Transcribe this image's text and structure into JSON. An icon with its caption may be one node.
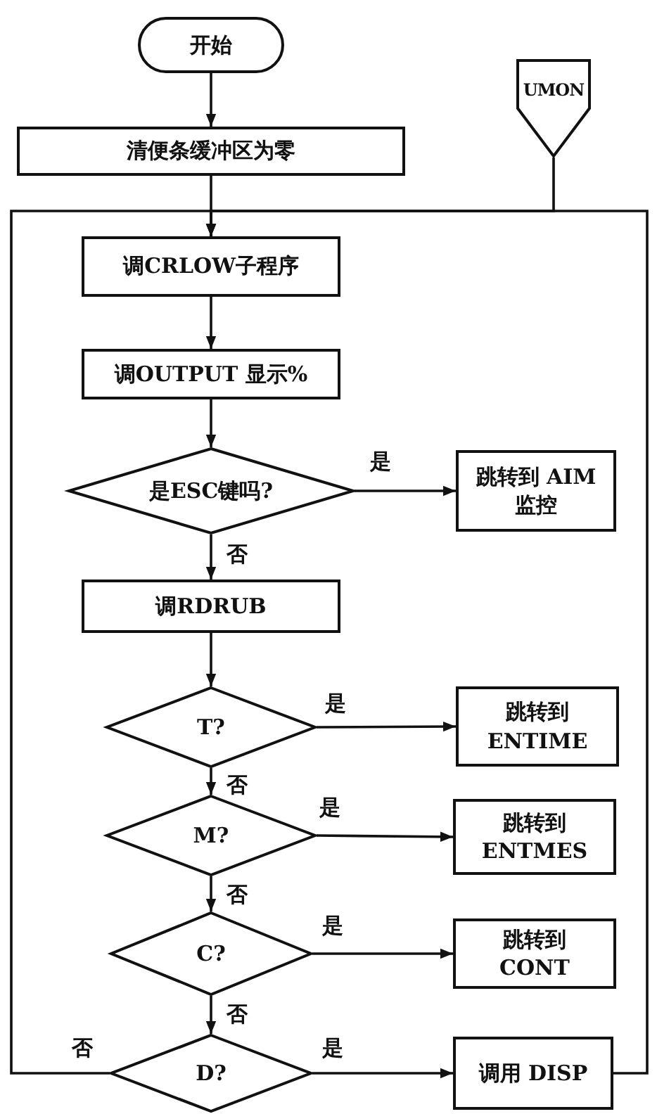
{
  "diagram": {
    "nodes": [
      {
        "text": [
          "开始"
        ]
      },
      {
        "text": [
          "清便条缓冲区为零"
        ]
      },
      {
        "text": [
          "UMON"
        ]
      },
      {
        "text": [
          "调CRLOW子程序"
        ]
      },
      {
        "text": [
          "调OUTPUT 显示%"
        ]
      },
      {
        "text": [
          "是ESC键吗?"
        ]
      },
      {
        "text": [
          "跳转到 AIM监控"
        ]
      },
      {
        "text": [
          "调RDRUB"
        ]
      },
      {
        "text": [
          "T?"
        ]
      },
      {
        "text": [
          "跳转到 ENTIME"
        ]
      },
      {
        "text": [
          "M?"
        ]
      },
      {
        "text": [
          "跳转到 ENTMES"
        ]
      },
      {
        "text": [
          "C?"
        ]
      },
      {
        "text": [
          "跳转到 CONT"
        ]
      },
      {
        "text": [
          "D?"
        ]
      },
      {
        "text": [
          "调用 DISP"
        ]
      }
    ],
    "edges": [
      {
        "from": 0,
        "to": 1,
        "arrow": "to"
      },
      {
        "from": 1,
        "to": 3,
        "arrow": "to"
      },
      {
        "from": 2,
        "to": 3,
        "arrow": "to"
      },
      {
        "from": 3,
        "to": 4,
        "arrow": "to"
      },
      {
        "from": 4,
        "to": 5,
        "arrow": "to"
      },
      {
        "from": 5,
        "to": 6,
        "arrow": "to",
        "label": "是"
      },
      {
        "from": 5,
        "to": 7,
        "arrow": "to",
        "label": "否"
      },
      {
        "from": 7,
        "to": 8,
        "arrow": "to"
      },
      {
        "from": 8,
        "to": 9,
        "arrow": "to",
        "label": "是"
      },
      {
        "from": 8,
        "to": 10,
        "arrow": "to",
        "label": "否"
      },
      {
        "from": 10,
        "to": 11,
        "arrow": "to",
        "label": "是"
      },
      {
        "from": 10,
        "to": 12,
        "arrow": "to",
        "label": "否"
      },
      {
        "from": 12,
        "to": 13,
        "arrow": "to",
        "label": "是"
      },
      {
        "from": 12,
        "to": 14,
        "arrow": "to",
        "label": "否"
      },
      {
        "from": 14,
        "to": 15,
        "arrow": "to",
        "label": "是"
      },
      {
        "from": 14,
        "to": 3,
        "arrow": "to",
        "label": "否"
      },
      {
        "from": 15,
        "to": 3,
        "arrow": "to"
      }
    ]
  }
}
